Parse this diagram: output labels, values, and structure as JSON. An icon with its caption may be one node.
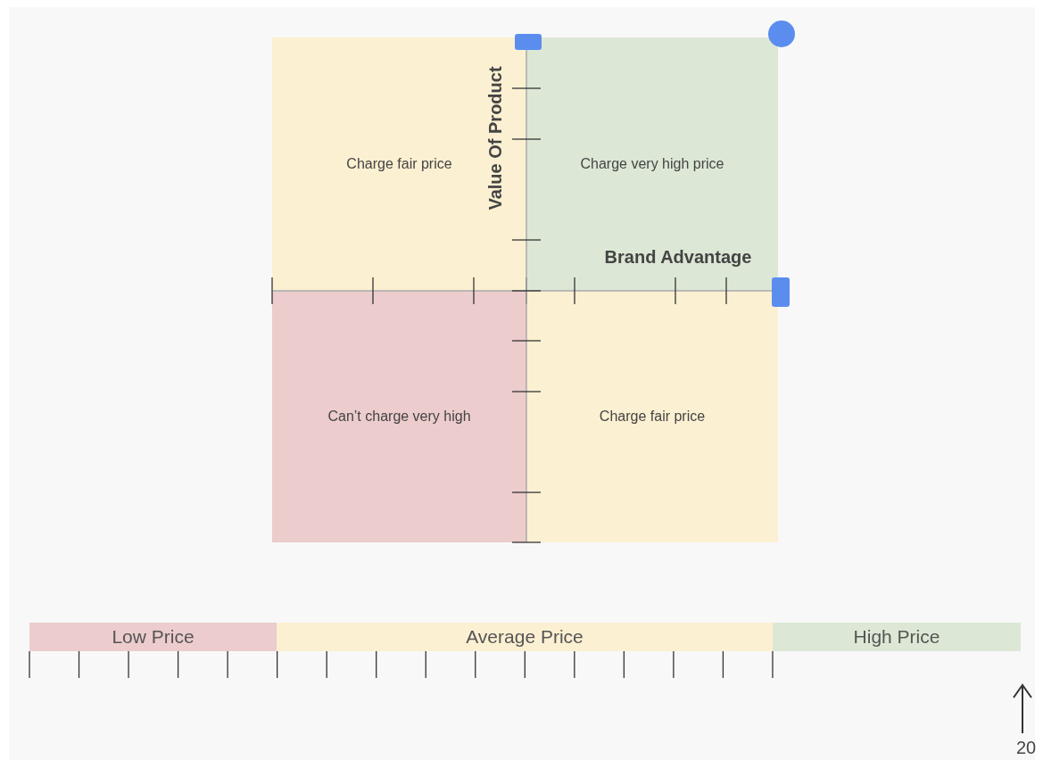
{
  "diagram": {
    "nodes": [
      {
        "text": [
          "Charge fair price"
        ]
      },
      {
        "text": [
          "Charge very high price"
        ]
      },
      {
        "text": [
          "Can’t charge very high"
        ]
      },
      {
        "text": [
          "Charge fair price"
        ]
      },
      {
        "text": [
          "Low Price"
        ]
      },
      {
        "text": [
          "Average Price"
        ]
      },
      {
        "text": [
          "High Price"
        ]
      }
    ],
    "edges": [],
    "labels": [
      "Value Of Product",
      "Brand Advantage",
      "20"
    ]
  }
}
